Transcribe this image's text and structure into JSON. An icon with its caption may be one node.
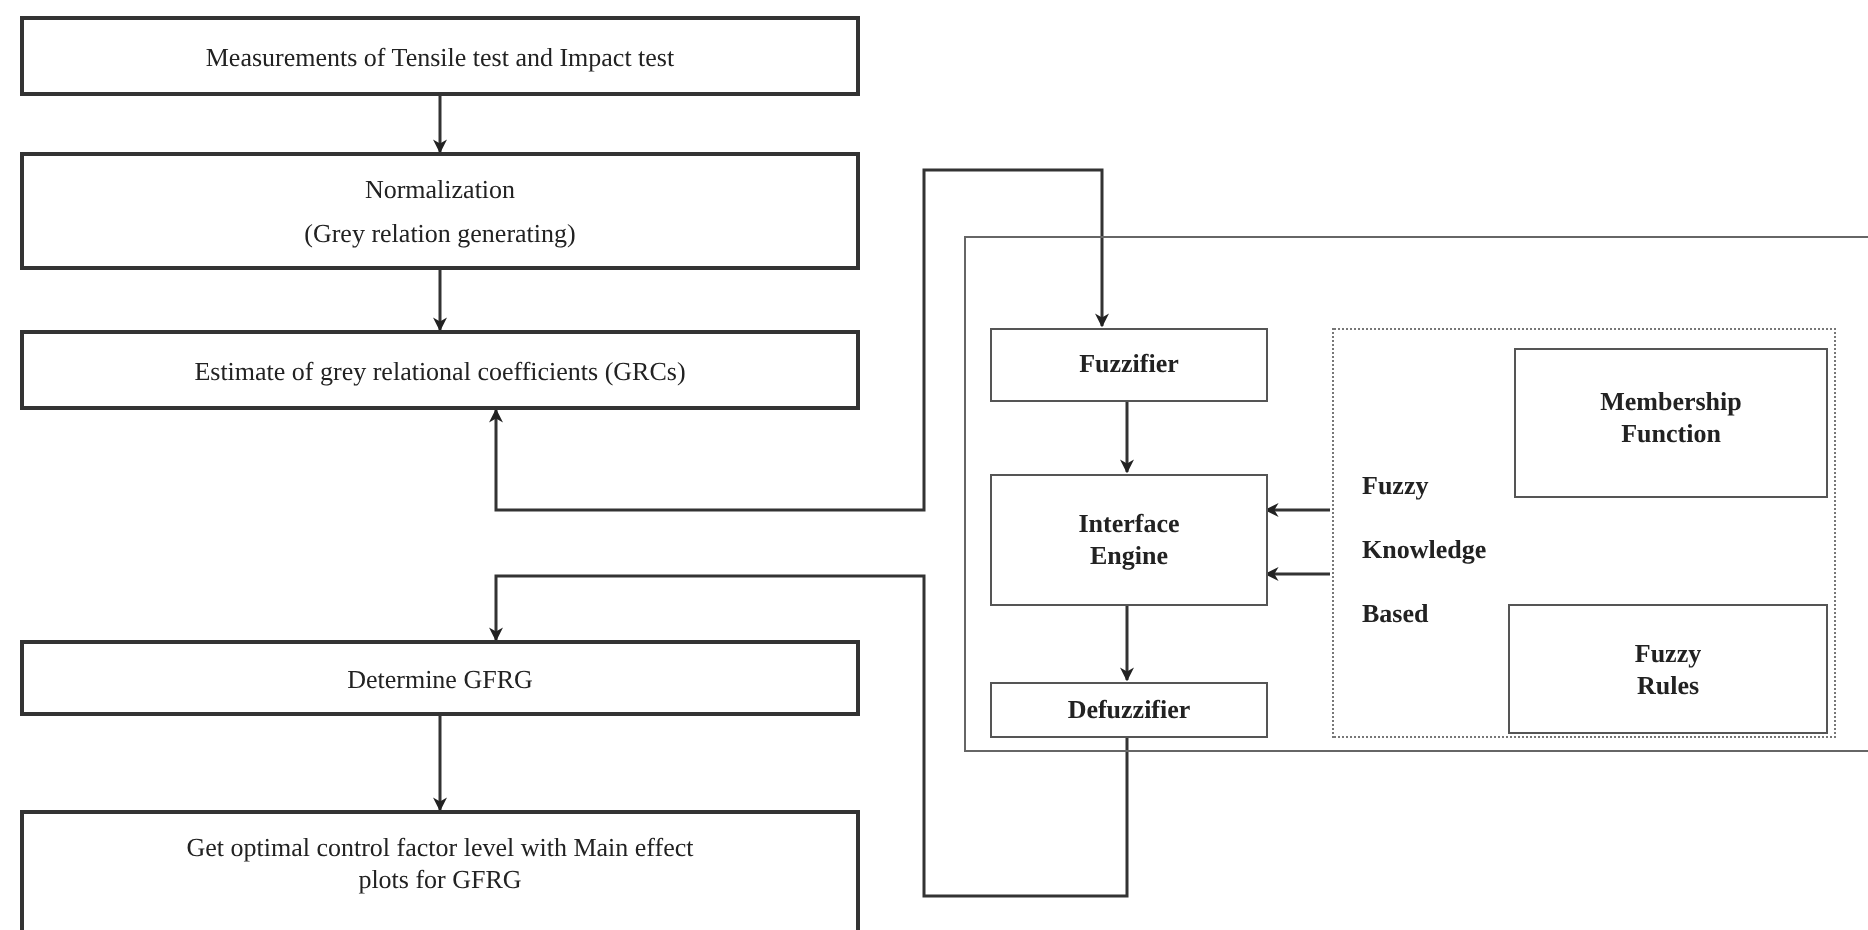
{
  "diagram": {
    "nodes": [
      {
        "text": [
          "Measurements of Tensile test and Impact test"
        ]
      },
      {
        "text": [
          "Normalization",
          "(Grey relation generating)"
        ]
      },
      {
        "text": [
          "Estimate of grey relational coefficients (GRCs)"
        ]
      },
      {
        "text": [],
        "shape": "box"
      },
      {
        "text": [
          "Fuzzifier"
        ],
        "in": 3
      },
      {
        "text": [
          "Interface Engine"
        ],
        "in": 3
      },
      {
        "text": [
          "Defuzzifier"
        ],
        "in": 3
      },
      {
        "text": [
          "Fuzzy Knowledge Based"
        ],
        "in": 3
      },
      {
        "text": [
          "Membership Function"
        ],
        "in": 7
      },
      {
        "text": [
          "Fuzzy Rules"
        ],
        "in": 7
      },
      {
        "text": [
          "Determine GFRG"
        ]
      },
      {
        "text": [
          "Get optimal control factor level with Main effect plots for GFRG"
        ]
      }
    ],
    "edges": [
      {
        "from": 0,
        "to": 1,
        "arrow": "to"
      },
      {
        "from": 1,
        "to": 2,
        "arrow": "to"
      },
      {
        "from": 2,
        "to": 4,
        "arrow": "both"
      },
      {
        "from": 4,
        "to": 5,
        "arrow": "to"
      },
      {
        "from": 5,
        "to": 6,
        "arrow": "to"
      },
      {
        "from": 7,
        "to": 5,
        "arrow": "to"
      },
      {
        "from": 7,
        "to": 5,
        "arrow": "to"
      },
      {
        "from": 6,
        "to": 10,
        "arrow": "to"
      },
      {
        "from": 10,
        "to": 11,
        "arrow": "to"
      }
    ]
  }
}
